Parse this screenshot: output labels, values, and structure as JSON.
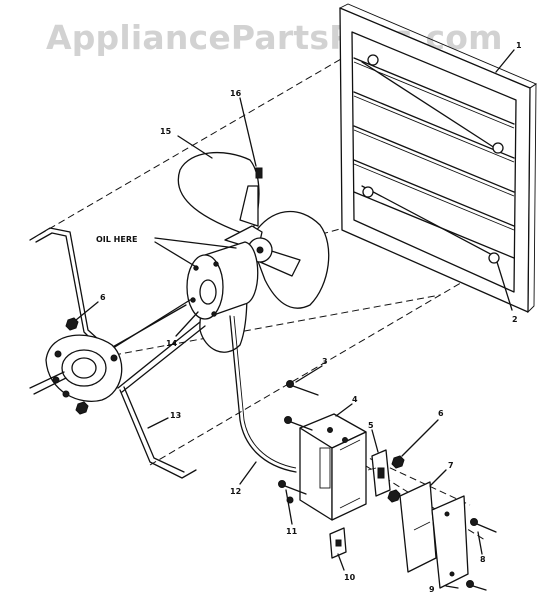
{
  "watermark": "AppliancePartsPros.com",
  "note": "OIL HERE",
  "callouts": [
    "1",
    "2",
    "3",
    "4",
    "5",
    "6",
    "6",
    "7",
    "8",
    "9",
    "10",
    "11",
    "12",
    "13",
    "14",
    "15",
    "16"
  ]
}
